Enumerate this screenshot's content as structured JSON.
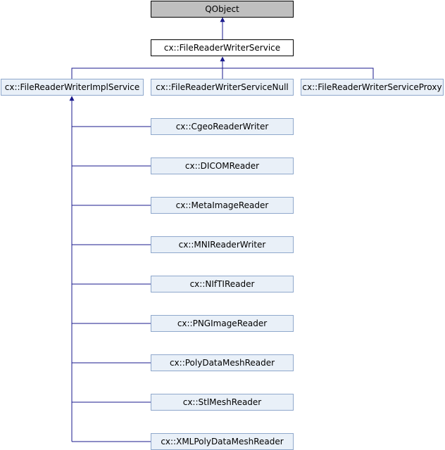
{
  "diagram": {
    "root": "QObject",
    "base": "cx::FileReaderWriterService",
    "direct_children": [
      "cx::FileReaderWriterImplService",
      "cx::FileReaderWriterServiceNull",
      "cx::FileReaderWriterServiceProxy"
    ],
    "impl_children": [
      "cx::CgeoReaderWriter",
      "cx::DICOMReader",
      "cx::MetaImageReader",
      "cx::MNIReaderWriter",
      "cx::NIfTIReader",
      "cx::PNGImageReader",
      "cx::PolyDataMeshReader",
      "cx::StlMeshReader",
      "cx::XMLPolyDataMeshReader"
    ],
    "colors": {
      "edge": "#1a1a8c",
      "root_fill": "#bfbfbf",
      "subclass_fill": "#e9f0f8",
      "subclass_border": "#8fa8cc"
    }
  }
}
